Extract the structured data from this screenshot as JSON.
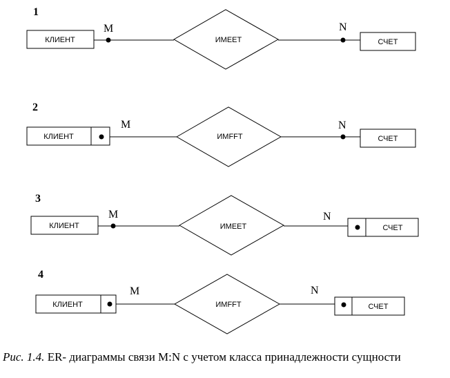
{
  "diagrams": [
    {
      "number": "1",
      "entity_left": "КЛИЕНТ",
      "relationship": "ИМЕЕТ",
      "entity_right": "СЧЕТ",
      "card_left": "M",
      "card_right": "N"
    },
    {
      "number": "2",
      "entity_left": "КЛИЕНТ",
      "relationship": "ИМFFТ",
      "entity_right": "СЧЕТ",
      "card_left": "M",
      "card_right": "N"
    },
    {
      "number": "3",
      "entity_left": "КЛИЕНТ",
      "relationship": "ИМЕЕТ",
      "entity_right": "СЧЕТ",
      "card_left": "M",
      "card_right": "N"
    },
    {
      "number": "4",
      "entity_left": "КЛИЕНТ",
      "relationship": "ИМFFТ",
      "entity_right": "СЧЕТ",
      "card_left": "M",
      "card_right": "N"
    }
  ],
  "caption": {
    "prefix": "Рис. 1.4.",
    "text": " ER- диаграммы связи M:N с учетом класса принадлежности сущности"
  }
}
